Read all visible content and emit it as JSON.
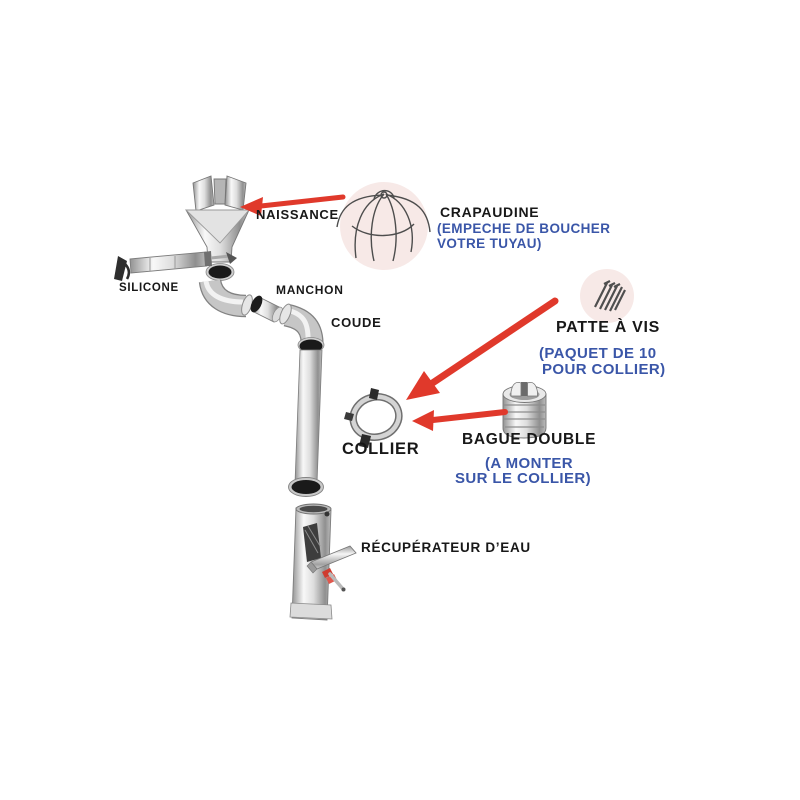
{
  "labels": {
    "naissance": "NAISSANCE",
    "silicone": "SILICONE",
    "manchon": "MANCHON",
    "coude": "COUDE",
    "crapaudine": "CRAPAUDINE",
    "crapaudine_note1": "(EMPECHE DE BOUCHER",
    "crapaudine_note2": "VOTRE TUYAU)",
    "patte_a_vis": "PATTE À VIS",
    "patte_note1": "(PAQUET DE 10",
    "patte_note2": "POUR COLLIER)",
    "collier": "COLLIER",
    "bague_double": "BAGUE DOUBLE",
    "bague_note1": "(A MONTER",
    "bague_note2": "SUR LE COLLIER)",
    "recuperateur": "RÉCUPÉRATEUR D’EAU"
  },
  "icons": {
    "crapaudine_circle": "wire-strainer-sketch-icon",
    "patte_circle": "screws-bundle-icon"
  },
  "colors": {
    "arrow": "#e0392b",
    "note_blue": "#3a56a8",
    "label_black": "#181818",
    "circle_pink": "#f7e9e7",
    "metal_light": "#f5f5f5",
    "metal_dark": "#8f8f8f",
    "pipe_opening": "#1a1a1a"
  }
}
